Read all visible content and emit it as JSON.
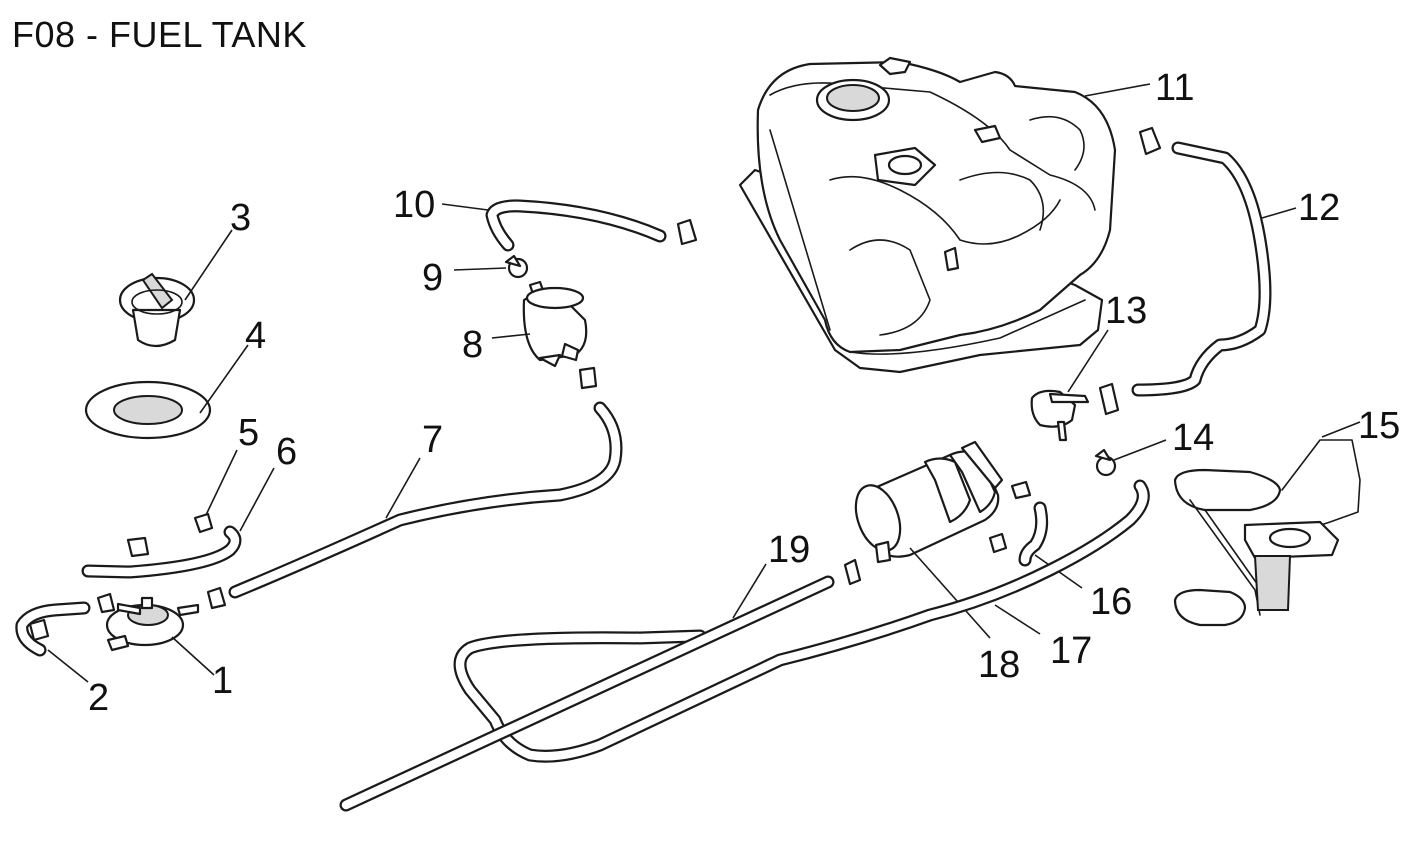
{
  "title": "F08 - FUEL TANK",
  "callouts": {
    "c1": "1",
    "c2": "2",
    "c3": "3",
    "c4": "4",
    "c5": "5",
    "c6": "6",
    "c7": "7",
    "c8": "8",
    "c9": "9",
    "c10": "10",
    "c11": "11",
    "c12": "12",
    "c13": "13",
    "c14": "14",
    "c15": "15",
    "c16": "16",
    "c17": "17",
    "c18": "18",
    "c19": "19"
  }
}
